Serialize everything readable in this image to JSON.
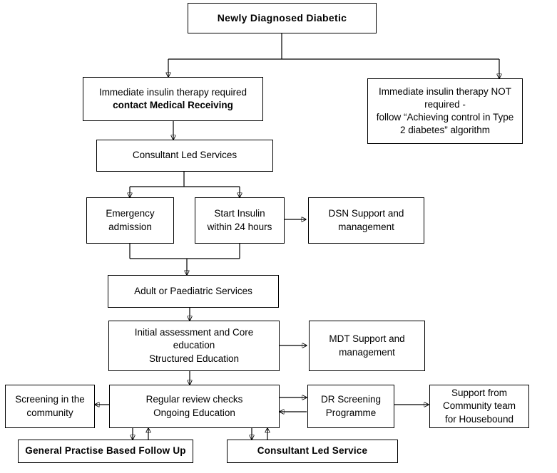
{
  "diagram": {
    "title": "Newly Diagnosed Diabetic",
    "type": "flowchart",
    "nodes": {
      "newly_diagnosed": {
        "label": "Newly Diagnosed Diabetic"
      },
      "insulin_required": {
        "line1": "Immediate insulin therapy required",
        "line2": "contact Medical Receiving"
      },
      "insulin_not_required": {
        "line1": "Immediate insulin therapy NOT",
        "line2": "required -",
        "line3": "follow “Achieving control in Type",
        "line4": "2 diabetes” algorithm"
      },
      "consultant_led_services": {
        "label": "Consultant Led Services"
      },
      "emergency_admission": {
        "line1": "Emergency",
        "line2": "admission"
      },
      "start_insulin": {
        "line1": "Start Insulin",
        "line2": "within 24 hours"
      },
      "dsn_support": {
        "line1": "DSN Support and",
        "line2": "management"
      },
      "adult_paediatric": {
        "label": "Adult or Paediatric Services"
      },
      "initial_assessment": {
        "line1": "Initial assessment and Core",
        "line2": "education",
        "line3": "Structured Education"
      },
      "mdt_support": {
        "line1": "MDT Support and",
        "line2": "management"
      },
      "screening_community": {
        "line1": "Screening in the",
        "line2": "community"
      },
      "regular_review": {
        "line1": "Regular review checks",
        "line2": "Ongoing Education"
      },
      "dr_screening": {
        "line1": "DR Screening",
        "line2": "Programme"
      },
      "support_housebound": {
        "line1": "Support from",
        "line2": "Community team",
        "line3": "for Housebound"
      },
      "general_practise": {
        "label": "General Practise Based Follow Up"
      },
      "consultant_led_service": {
        "label": "Consultant Led Service"
      }
    },
    "colors": {
      "line": "#000000",
      "box_border": "#000000",
      "background": "#ffffff",
      "text": "#000000"
    }
  }
}
